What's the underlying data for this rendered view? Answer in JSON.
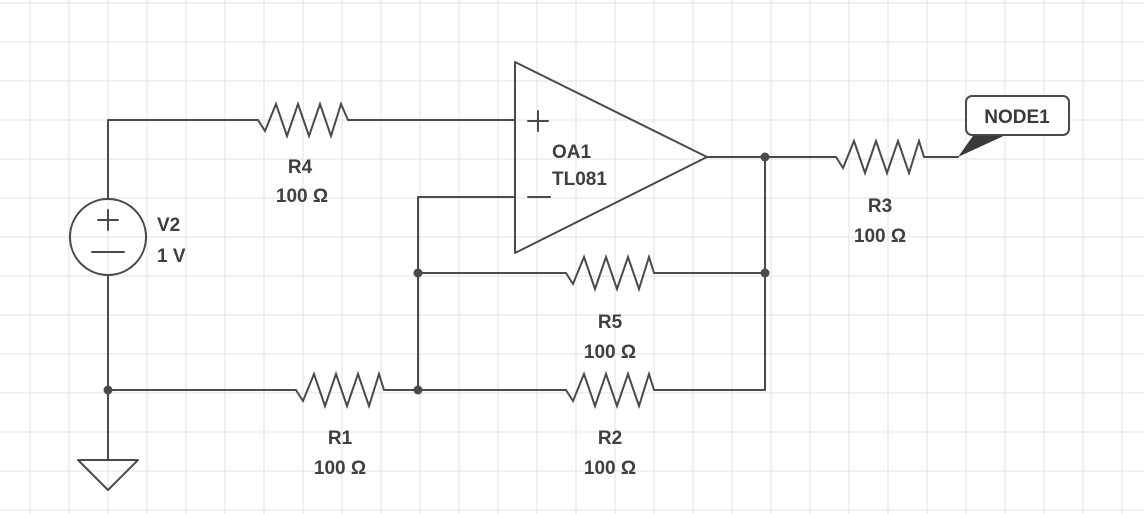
{
  "components": {
    "v2": {
      "name": "V2",
      "value": "1 V",
      "plus": "+",
      "minus": "−"
    },
    "r4": {
      "name": "R4",
      "value": "100 Ω"
    },
    "r3": {
      "name": "R3",
      "value": "100 Ω"
    },
    "r5": {
      "name": "R5",
      "value": "100 Ω"
    },
    "r1": {
      "name": "R1",
      "value": "100 Ω"
    },
    "r2": {
      "name": "R2",
      "value": "100 Ω"
    },
    "oa1": {
      "name": "OA1",
      "part": "TL081",
      "plus": "+",
      "minus": "—"
    }
  },
  "net_labels": {
    "node1": "NODE1"
  },
  "colors": {
    "wire": "#4a4a4a",
    "grid": "#e2e2e2",
    "text": "#3f3f3f"
  }
}
